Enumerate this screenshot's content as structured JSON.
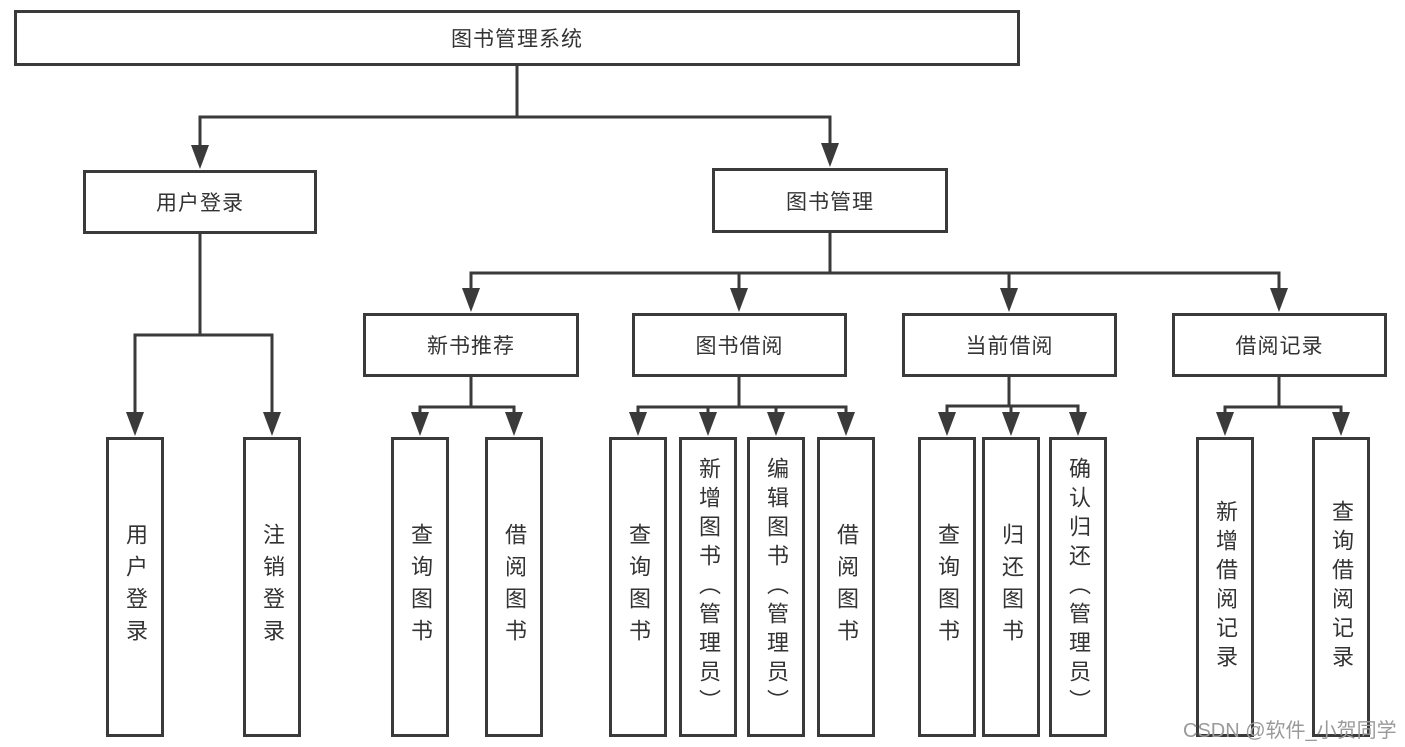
{
  "diagram": {
    "title": "图书管理系统",
    "level2": {
      "user_login": "用户登录",
      "book_management": "图书管理"
    },
    "level3": {
      "new_book_recommend": "新书推荐",
      "book_borrow": "图书借阅",
      "current_borrow": "当前借阅",
      "borrow_records": "借阅记录"
    },
    "level4": {
      "user_login": "用户登录",
      "logout": "注销登录",
      "nb_query_books": "查询图书",
      "nb_borrow_books": "借阅图书",
      "bb_query_books": "查询图书",
      "bb_add_books": "新增图书（管理员）",
      "bb_edit_books": "编辑图书（管理员）",
      "bb_borrow_books": "借阅图书",
      "cb_query_books": "查询图书",
      "cb_return_books": "归还图书",
      "cb_confirm_return": "确认归还（管理员）",
      "br_add_record": "新增借阅记录",
      "br_query_record": "查询借阅记录"
    }
  },
  "watermark": "CSDN @软件_小贺同学",
  "colors": {
    "line": "#3a3a3a",
    "text": "#333333",
    "watermark": "#9a9a9a",
    "background": "#ffffff"
  }
}
